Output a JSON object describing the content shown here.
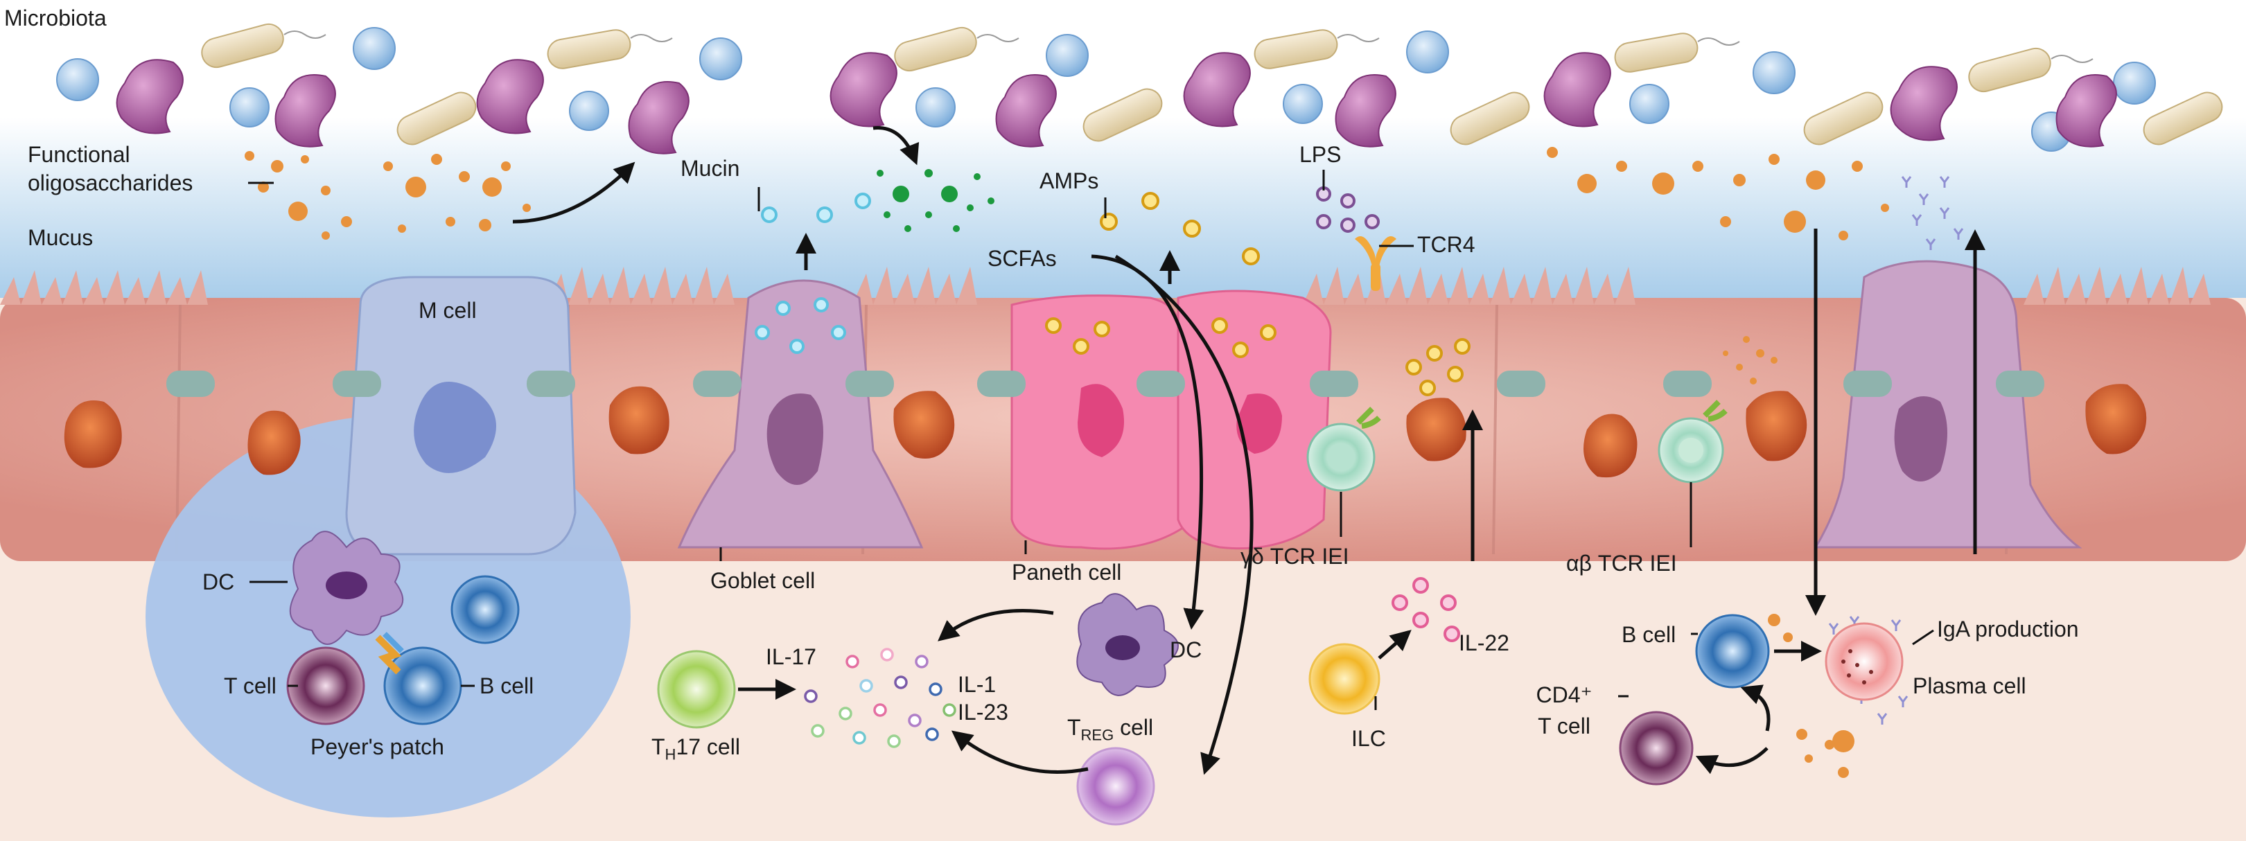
{
  "labels": {
    "microbiota": "Microbiota",
    "functional_oligo_1": "Functional",
    "functional_oligo_2": "oligosaccharides",
    "mucus": "Mucus",
    "m_cell": "M cell",
    "mucin": "Mucin",
    "amps": "AMPs",
    "lps": "LPS",
    "tcr4": "TCR4",
    "scfas": "SCFAs",
    "dc_left": "DC",
    "t_cell": "T cell",
    "b_cell_left": "B cell",
    "peyers_patch": "Peyer's patch",
    "goblet_cell": "Goblet cell",
    "paneth_cell": "Paneth cell",
    "gd_tcr_iei": "γδ TCR IEI",
    "ab_tcr_iei": "αβ TCR IEI",
    "il17": "IL-17",
    "il1": "IL-1",
    "il23": "IL-23",
    "th17_main": "T",
    "th17_sub": "H",
    "th17_rest": "17 cell",
    "dc_center": "DC",
    "treg_main": "T",
    "treg_sub": "REG",
    "treg_rest": " cell",
    "il22": "IL-22",
    "ilc": "ILC",
    "b_cell_right": "B cell",
    "plasma_cell": "Plasma cell",
    "iga_production": "IgA production",
    "cd4_1": "CD4⁺",
    "cd4_2": "T cell"
  },
  "colors": {
    "lumen": "#ffffff",
    "mucus": "#b9d8ef",
    "lamina": "#f8e8df",
    "enterocyte": "#e3a89e",
    "nucleus": "#c85a2e",
    "m_cell": "#b7c5e4",
    "peyers_patch": "#a9c4ea",
    "goblet": "#c9a3c7",
    "paneth": "#f589b0",
    "junction": "#8fb3ad",
    "bacteria_purple": "#b05fa0",
    "bacteria_blue": "#9fc3e8",
    "bacteria_rod": "#efe0c0",
    "oligo": "#e8923c",
    "mucin_dot": "#9fe0f0",
    "amp_dot": "#f2c03a",
    "scfa_dot": "#1c9a3e"
  }
}
